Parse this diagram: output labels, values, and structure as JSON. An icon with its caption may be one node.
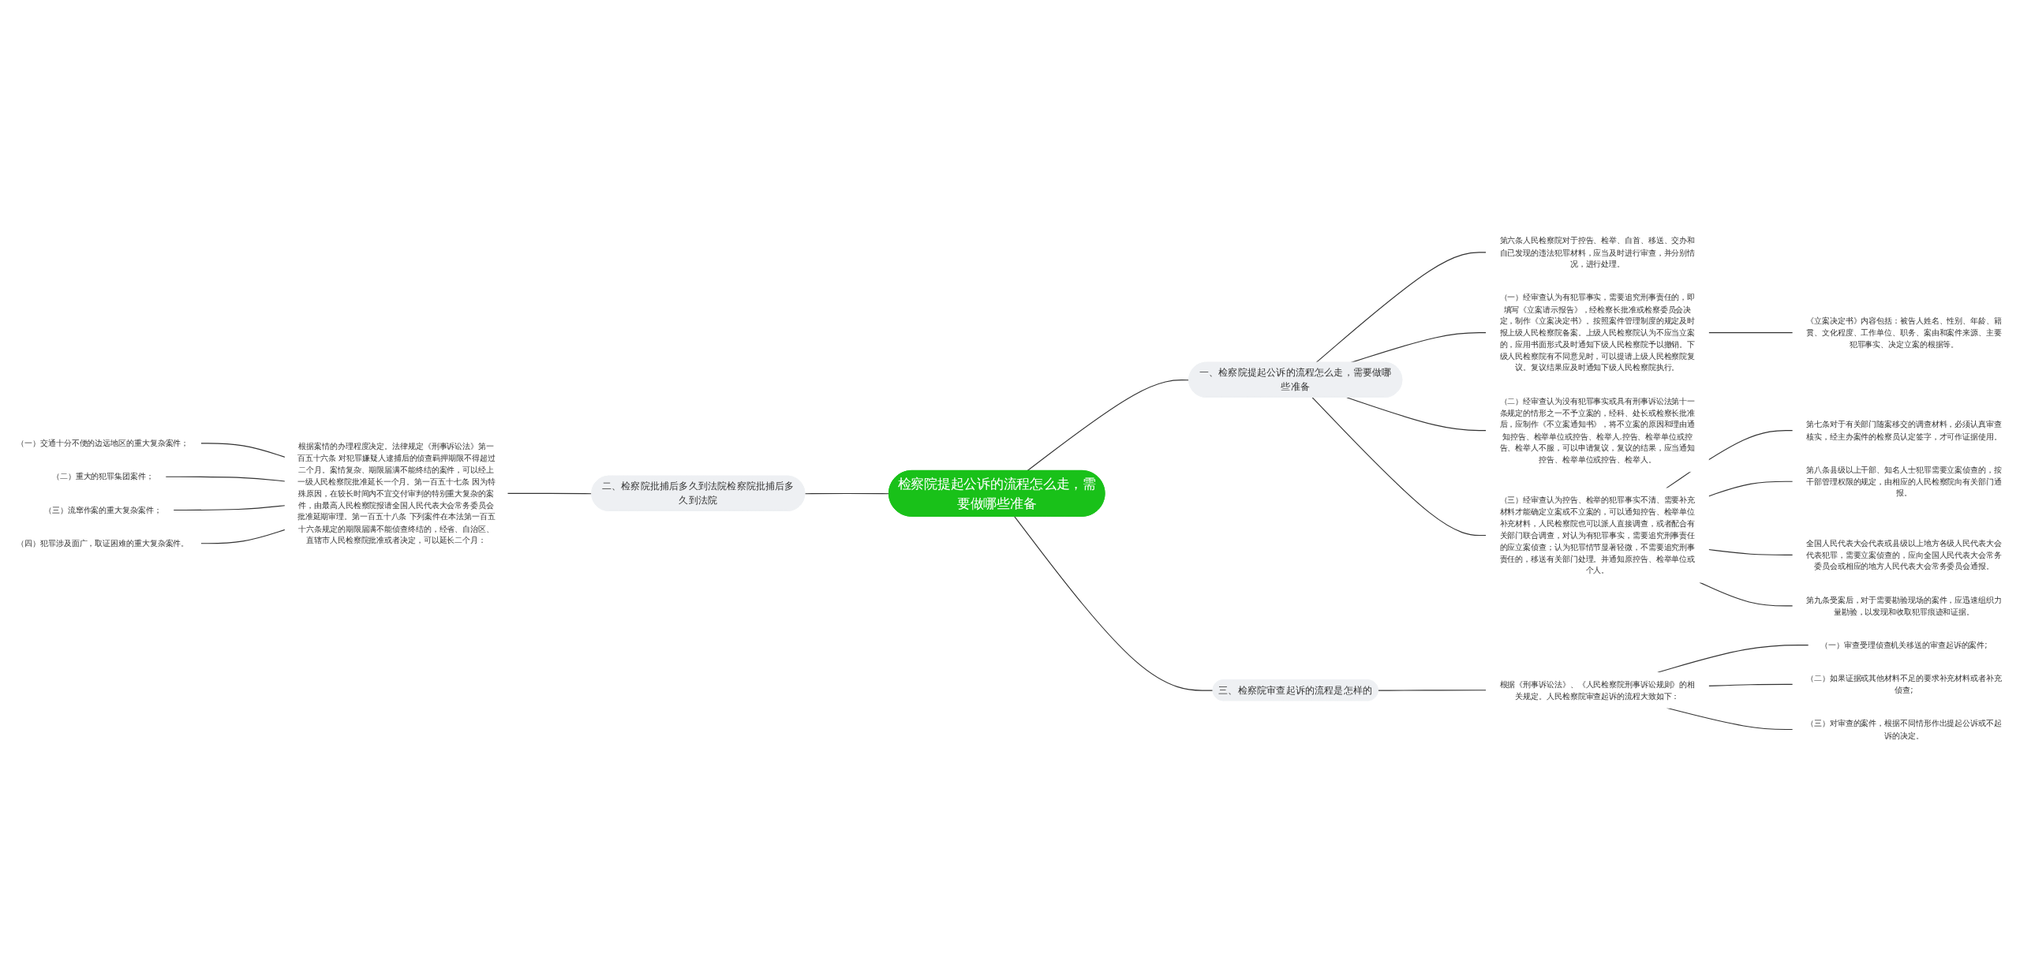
{
  "diagram": {
    "nodes": [
      {
        "text": [
          "检察院提起公诉的流程怎么走，需要做哪些准备"
        ]
      },
      {
        "text": [
          "一、检察院提起公诉的流程怎么走，需要做哪些准备"
        ]
      },
      {
        "text": [
          "第六条人民检察院对于控告、检举、自首、移送、交办和自已发现的违法犯罪材料，应当及时进行审查，并分别情况，进行处理。"
        ]
      },
      {
        "text": [
          "（一）经审查认为有犯罪事实，需要追究刑事责任的，即填写《立案请示报告》，经检察长批准或检察委员会决定，制作《立案决定书》。按照案件管理制度的规定及时报上级人民检察院备案。上级人民检察院认为不应当立案的，应用书面形式及时通知下级人民检察院予以撤销。下级人民检察院有不同意见时，可以提请上级人民检察院复议。复议结果应及时通知下级人民检察院执行。"
        ]
      },
      {
        "text": [
          "《立案决定书》内容包括：被告人姓名、性别、年龄、籍贯、文化程度、工作单位、职务、案由和案件来源、主要犯罪事实、决定立案的根据等。"
        ]
      },
      {
        "text": [
          "（二）经审查认为没有犯罪事实或具有刑事诉讼法第十一条规定的情形之一不予立案的，经科、处长或检察长批准后，应制作《不立案通知书》，将不立案的原因和理由通知控告、检举单位或控告、检举人.控告、检举单位或控告、检举人不服，可以申请复议，复议的结果，应当通知控告、检举单位或控告、检举人。"
        ]
      },
      {
        "text": [
          "（三）经审查认为控告、检举的犯罪事实不清、需要补充材料才能确定立案或不立案的，可以通知控告、检举单位补充材料，人民检察院也可以派人直接调查，或者配合有关部门联合调查，对认为有犯罪事实，需要追究刑事责任的应立案侦查；认为犯罪情节显著轻微，不需要追究刑事责任的，移送有关部门处理。并通知原控告、检举单位或个人。"
        ]
      },
      {
        "text": [
          "第七条对于有关部门随案移交的调查材料，必须认真审查核实，经主办案件的检察员认定签字，才可作证据使用。"
        ]
      },
      {
        "text": [
          "第八条县级以上干部、知名人士犯罪需要立案侦查的，按干部管理权限的规定，由相应的人民检察院向有关部门通报。"
        ]
      },
      {
        "text": [
          "全国人民代表大会代表或县级以上地方各级人民代表大会代表犯罪，需要立案侦查的，应向全国人民代表大会常务委员会或相应的地方人民代表大会常务委员会通报。"
        ]
      },
      {
        "text": [
          "第九条受案后，对于需要勘验现场的案件，应迅速组织力量勘验，以发现和收取犯罪痕迹和证据。"
        ]
      },
      {
        "text": [
          "二、检察院批捕后多久到法院检察院批捕后多久到法院"
        ]
      },
      {
        "text": [
          "根据案情的办理程度决定。法律规定《刑事诉讼法》第一百五十六条 对犯罪嫌疑人逮捕后的侦查羁押期限不得超过二个月。案情复杂、期限届满不能终结的案件，可以经上一级人民检察院批准延长一个月。第一百五十七条 因为特殊原因，在较长时间内不宜交付审判的特别重大复杂的案件，由最高人民检察院报请全国人民代表大会常务委员会批准延期审理。第一百五十八条 下列案件在本法第一百五十六条规定的期限届满不能侦查终结的，经省、自治区、直辖市人民检察院批准或者决定，可以延长二个月："
        ]
      },
      {
        "text": [
          "（一）交通十分不便的边远地区的重大复杂案件；"
        ]
      },
      {
        "text": [
          "（二）重大的犯罪集团案件；"
        ]
      },
      {
        "text": [
          "（三）流窜作案的重大复杂案件；"
        ]
      },
      {
        "text": [
          "（四）犯罪涉及面广，取证困难的重大复杂案件。"
        ]
      },
      {
        "text": [
          "三、检察院审查起诉的流程是怎样的"
        ]
      },
      {
        "text": [
          "根据《刑事诉讼法》、《人民检察院刑事诉讼规则》的相关规定。人民检察院审查起诉的流程大致如下："
        ]
      },
      {
        "text": [
          "（一）审查受理侦查机关移送的审查起诉的案件;"
        ]
      },
      {
        "text": [
          "（二）如果证据或其他材料不足的要求补充材料或者补充侦查;"
        ]
      },
      {
        "text": [
          "（三）对审查的案件，根据不同情形作出提起公诉或不起诉的决定。"
        ]
      }
    ],
    "edges": [
      {
        "from": 0,
        "to": 1,
        "arrow": "none"
      },
      {
        "from": 1,
        "to": 2,
        "arrow": "none"
      },
      {
        "from": 1,
        "to": 3,
        "arrow": "none"
      },
      {
        "from": 3,
        "to": 4,
        "arrow": "none"
      },
      {
        "from": 1,
        "to": 5,
        "arrow": "none"
      },
      {
        "from": 1,
        "to": 6,
        "arrow": "none"
      },
      {
        "from": 6,
        "to": 7,
        "arrow": "none"
      },
      {
        "from": 6,
        "to": 8,
        "arrow": "none"
      },
      {
        "from": 6,
        "to": 9,
        "arrow": "none"
      },
      {
        "from": 6,
        "to": 10,
        "arrow": "none"
      },
      {
        "from": 0,
        "to": 11,
        "arrow": "none"
      },
      {
        "from": 11,
        "to": 12,
        "arrow": "none"
      },
      {
        "from": 12,
        "to": 13,
        "arrow": "none"
      },
      {
        "from": 12,
        "to": 14,
        "arrow": "none"
      },
      {
        "from": 12,
        "to": 15,
        "arrow": "none"
      },
      {
        "from": 12,
        "to": 16,
        "arrow": "none"
      },
      {
        "from": 0,
        "to": 17,
        "arrow": "none"
      },
      {
        "from": 17,
        "to": 18,
        "arrow": "none"
      },
      {
        "from": 18,
        "to": 19,
        "arrow": "none"
      },
      {
        "from": 18,
        "to": 20,
        "arrow": "none"
      },
      {
        "from": 18,
        "to": 21,
        "arrow": "none"
      }
    ]
  }
}
